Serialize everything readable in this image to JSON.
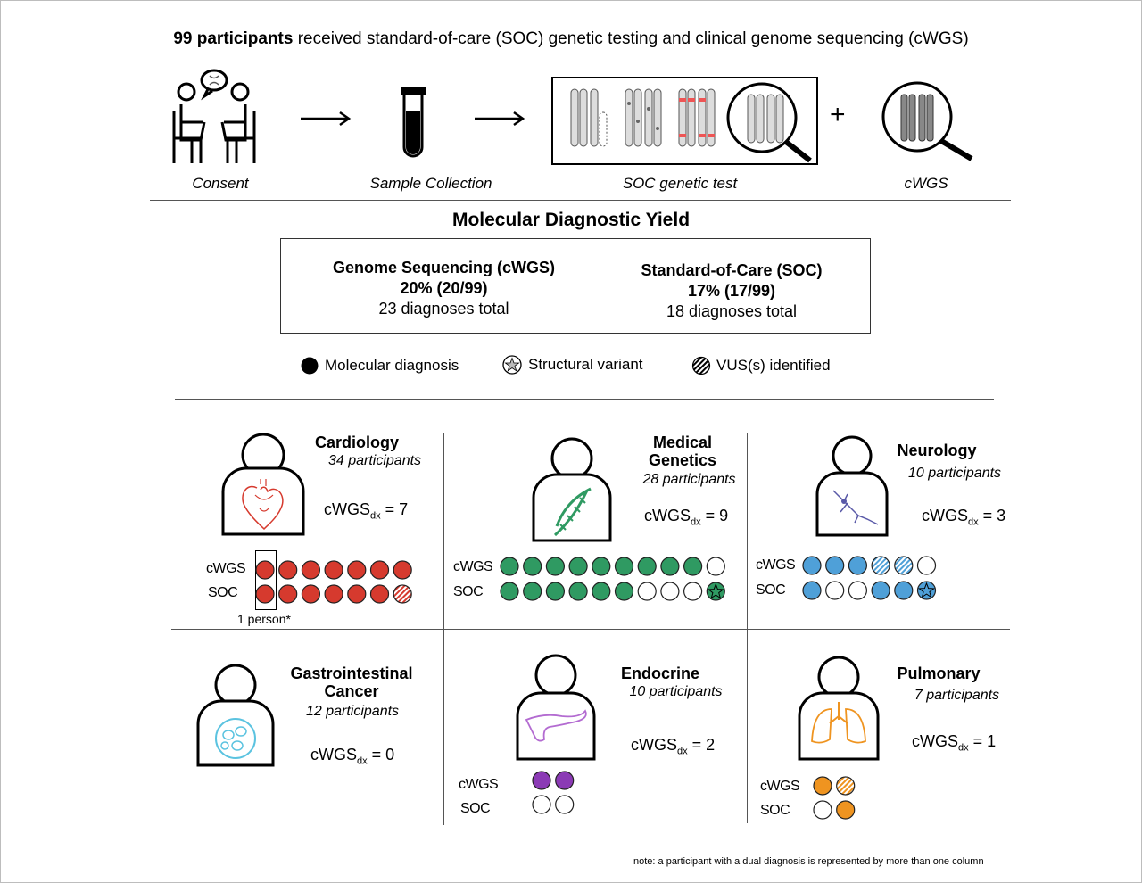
{
  "title": {
    "bold": "99 participants",
    "rest": " received standard-of-care (SOC) genetic testing and clinical genome sequencing (cWGS)"
  },
  "workflow": {
    "steps": [
      "Consent",
      "Sample Collection",
      "SOC genetic test",
      "cWGS"
    ],
    "plus": "+"
  },
  "yield": {
    "title": "Molecular Diagnostic Yield",
    "cwgs": {
      "heading": "Genome Sequencing (cWGS)",
      "pct": "20% (20/99)",
      "total": "23 diagnoses total"
    },
    "soc": {
      "heading": "Standard-of-Care (SOC)",
      "pct": "17% (17/99)",
      "total": "18 diagnoses total"
    }
  },
  "legend": {
    "molecular": "Molecular diagnosis",
    "structural": "Structural variant",
    "vus": "VUS(s) identified"
  },
  "row_labels": {
    "cwgs": "cWGS",
    "soc": "SOC"
  },
  "dx_prefix": "cWGS",
  "dx_sub": "dx",
  "specialties": [
    {
      "name": "Cardiology",
      "participants": "34 participants",
      "dx": "= 7",
      "color": "#d63a2e",
      "cwgs": [
        "f",
        "f",
        "f",
        "f",
        "f",
        "f",
        "f"
      ],
      "soc": [
        "f",
        "f",
        "f",
        "f",
        "f",
        "f",
        "v"
      ]
    },
    {
      "name": "Medical Genetics",
      "participants": "28 participants",
      "dx": "= 9",
      "color": "#2f9a62",
      "cwgs": [
        "f",
        "f",
        "f",
        "f",
        "f",
        "f",
        "f",
        "f",
        "f",
        "e"
      ],
      "soc": [
        "f",
        "f",
        "f",
        "f",
        "f",
        "f",
        "e",
        "e",
        "e",
        "sf"
      ]
    },
    {
      "name": "Neurology",
      "participants": "10 participants",
      "dx": "= 3",
      "color": "#4fa0d8",
      "cwgs": [
        "f",
        "f",
        "f",
        "v",
        "v",
        "e"
      ],
      "soc": [
        "f",
        "e",
        "e",
        "f",
        "f",
        "sf"
      ]
    },
    {
      "name": "Gastrointestinal Cancer",
      "participants": "12 participants",
      "dx": "= 0",
      "color": "#5bc3e0",
      "cwgs": [],
      "soc": []
    },
    {
      "name": "Endocrine",
      "participants": "10 participants",
      "dx": "= 2",
      "color": "#8b3ab5",
      "cwgs": [
        "f",
        "f"
      ],
      "soc": [
        "e",
        "e"
      ]
    },
    {
      "name": "Pulmonary",
      "participants": "7 participants",
      "dx": "= 1",
      "color": "#ef9420",
      "cwgs": [
        "f",
        "v"
      ],
      "soc": [
        "e",
        "f"
      ]
    }
  ],
  "one_person": "1 person*",
  "note": "note: a participant with a dual diagnosis is represented by more than one column"
}
